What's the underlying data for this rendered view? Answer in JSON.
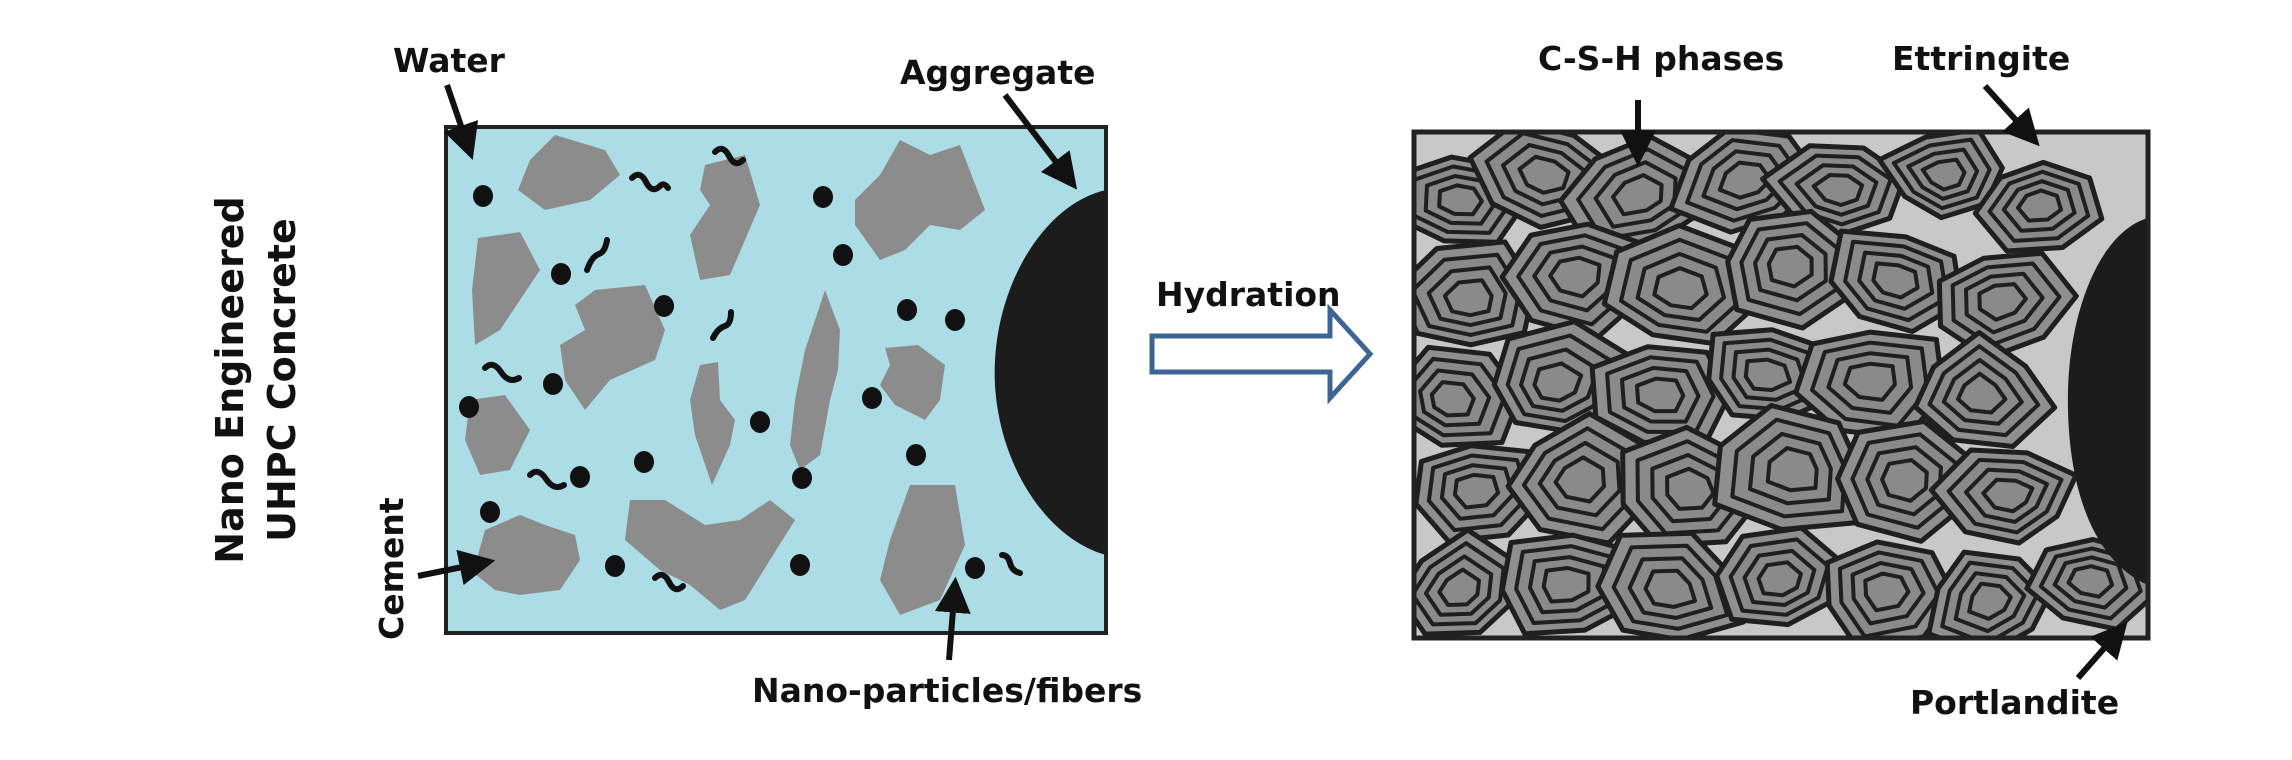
{
  "side_title": {
    "line1": "Nano Engineered",
    "line2": "UHPC Concrete"
  },
  "before": {
    "labels": {
      "water": "Water",
      "aggregate": "Aggregate",
      "cement": "Cement",
      "nano": "Nano-particles/fibers"
    }
  },
  "process": {
    "label": "Hydration"
  },
  "after": {
    "labels": {
      "csh": "C-S-H phases",
      "ettringite": "Ettringite",
      "portlandite": "Portlandite"
    }
  },
  "colors": {
    "water": "#acdde6",
    "cement": "#8c8c8c",
    "dark": "#1c1c1c",
    "arrow_outline": "#3d6495",
    "hydrated_fill": "#8a8a8a",
    "hydrated_bg": "#c8c8c8"
  },
  "icons": [
    "hydration-arrow-icon",
    "pointer-arrow-icon"
  ]
}
